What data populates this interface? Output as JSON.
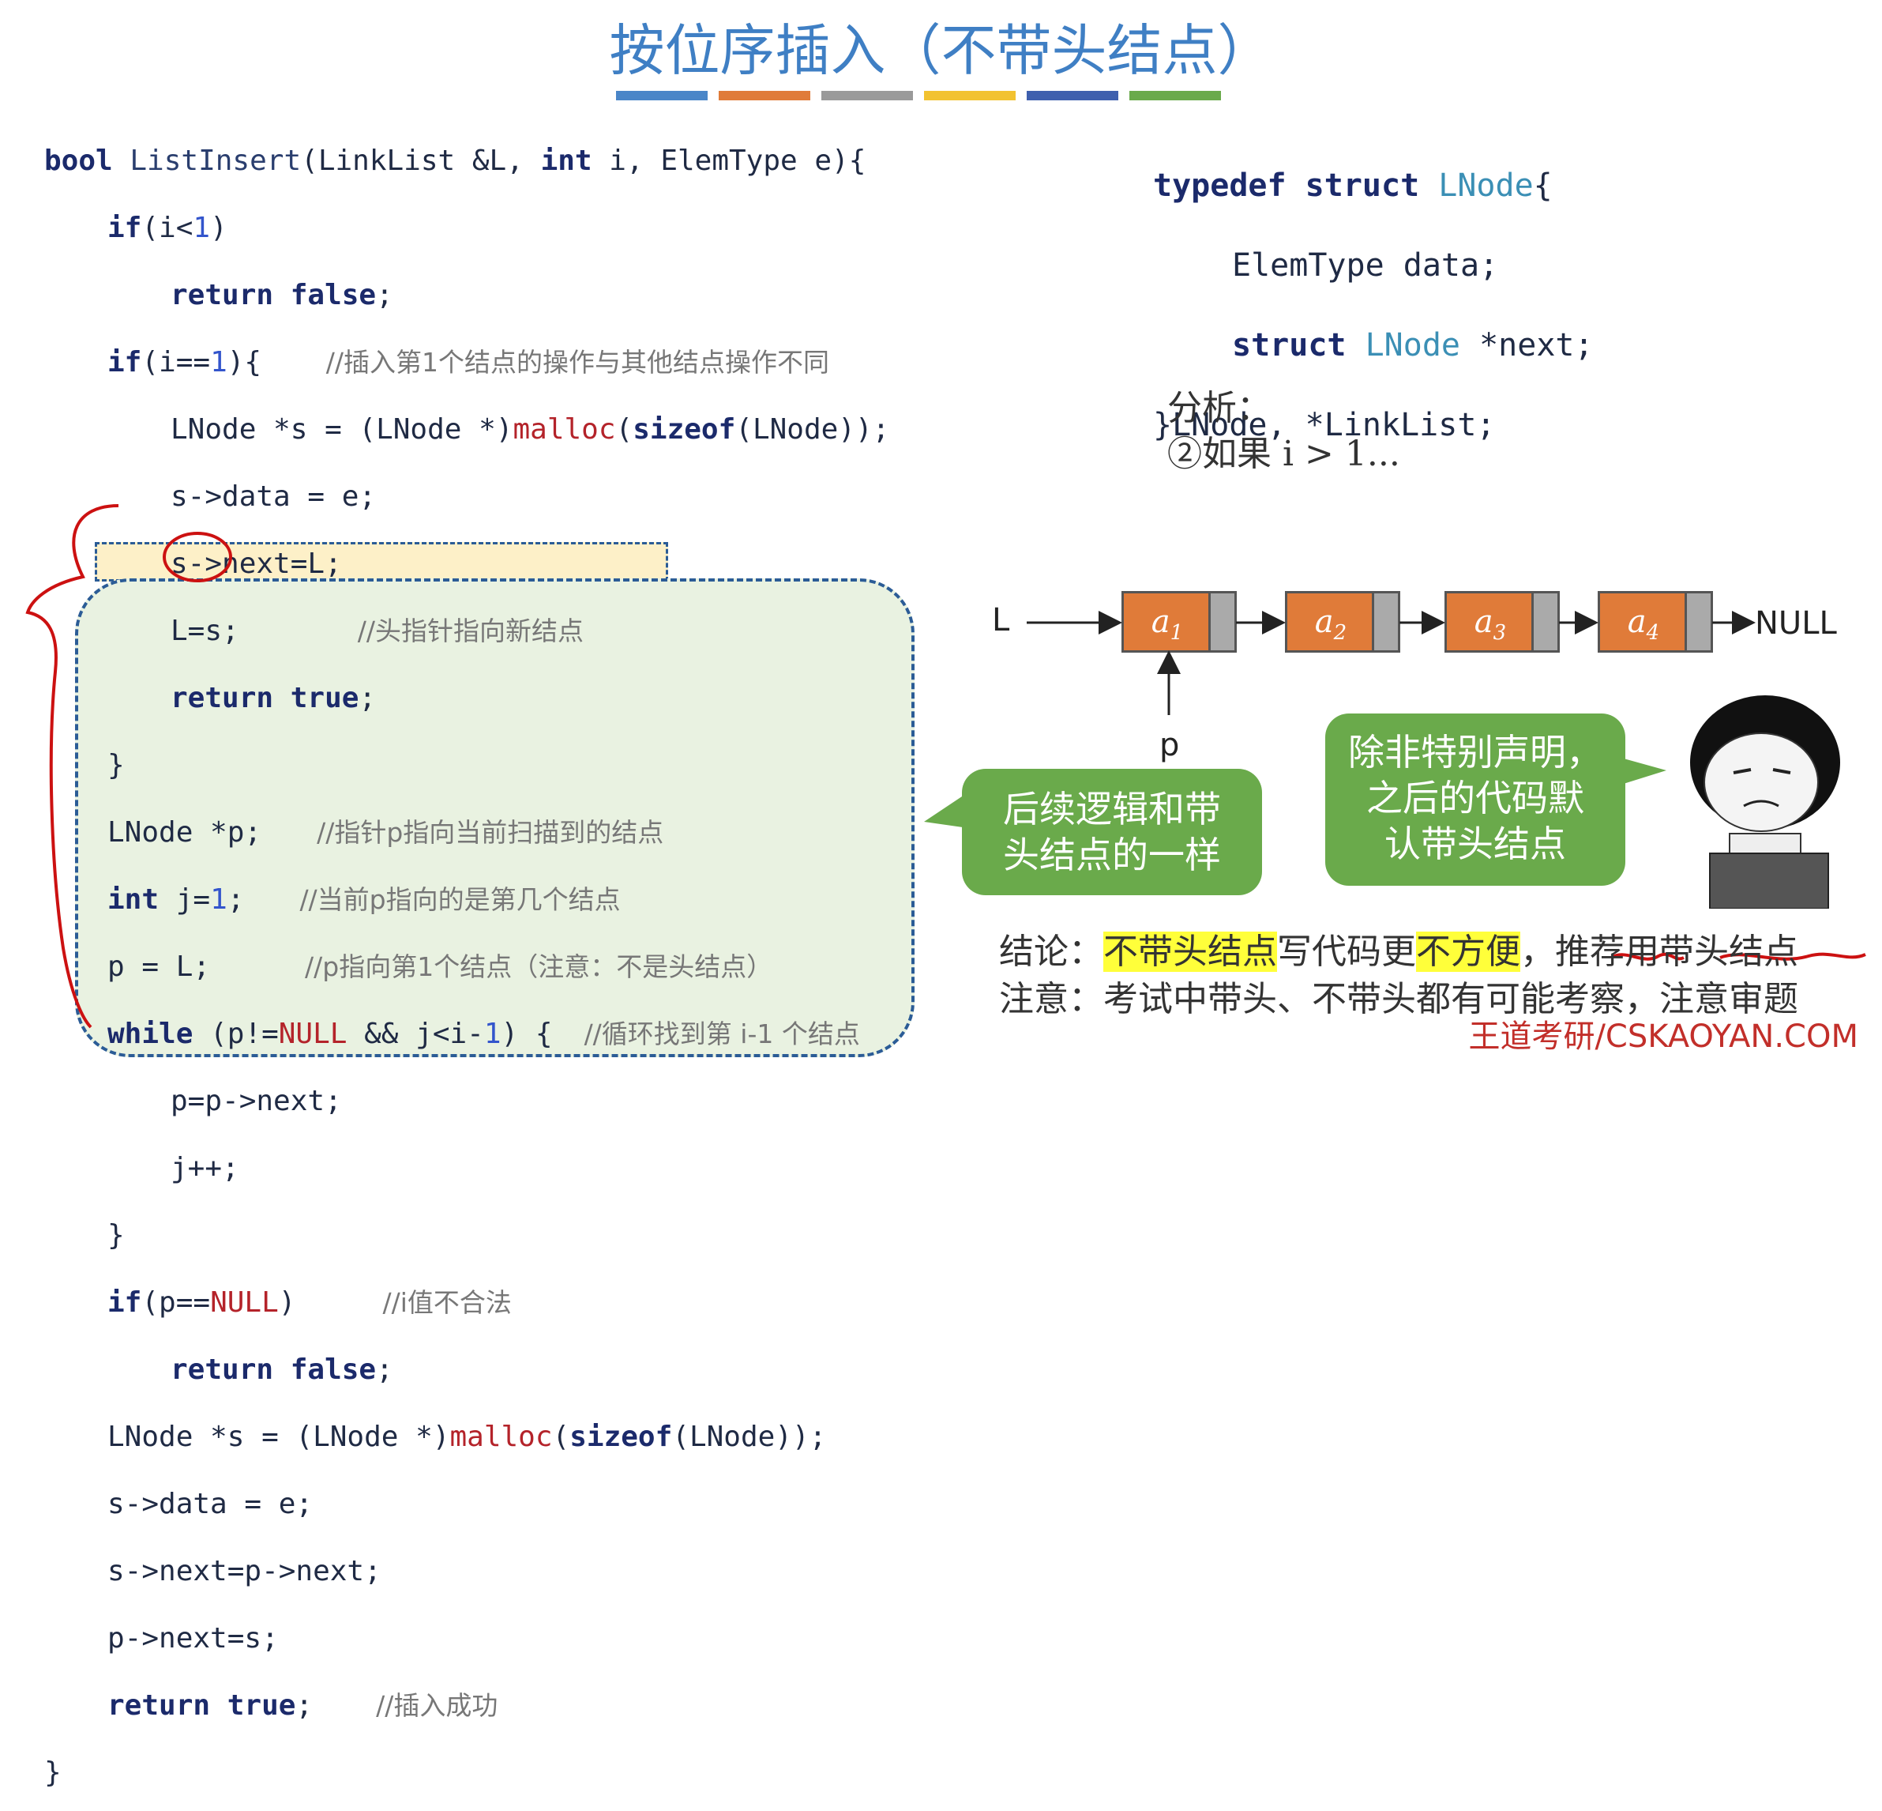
{
  "title": "按位序插入（不带头结点）",
  "title_bars": [
    "#4a86c8",
    "#e07b39",
    "#9a9a9a",
    "#f2c230",
    "#3e5fae",
    "#6aaa4b"
  ],
  "code": {
    "l1": {
      "t1": "bool ",
      "t2": "ListInsert",
      "t3": "(",
      "t4": "LinkList",
      "t5": " &L, ",
      "t6": "int",
      "t7": " i, ",
      "t8": "ElemType",
      "t9": " e){"
    },
    "l2": {
      "kw": "if",
      "a": "(i<",
      "n": "1",
      "b": ")"
    },
    "l3": {
      "kw": "return false",
      "b": ";"
    },
    "l4": {
      "kw": "if",
      "a": "(i==",
      "n": "1",
      "b": "){ ",
      "c": "//插入第1个结点的操作与其他结点操作不同"
    },
    "l5": {
      "a": "LNode *s = (LNode *)",
      "r": "malloc",
      "b": "(",
      "kw": "sizeof",
      "c": "(LNode));"
    },
    "l6": {
      "a": "s->data = e;"
    },
    "l7": {
      "a": "s->next=L;"
    },
    "l8": {
      "a": "L=s;",
      "c": "//头指针指向新结点"
    },
    "l9": {
      "kw": "return true",
      "b": ";"
    },
    "l10": {
      "a": "}"
    },
    "l11": {
      "a": "LNode *p;",
      "c": "//指针p指向当前扫描到的结点"
    },
    "l12": {
      "kw": "int",
      "a": " j=",
      "n": "1",
      "b": ";",
      "c": "//当前p指向的是第几个结点"
    },
    "l13": {
      "a": "p = L;",
      "c": "//p指向第1个结点（注意：不是头结点）"
    },
    "l14": {
      "kw": "while",
      "a": " (p!=",
      "r": "NULL",
      "b": " && j<i-",
      "n": "1",
      "d": ") {",
      "c": "//循环找到第 i-1 个结点"
    },
    "l15": {
      "a": "p=p->next;"
    },
    "l16": {
      "a": "j++;"
    },
    "l17": {
      "a": "}"
    },
    "l18": {
      "kw": "if",
      "a": "(p==",
      "r": "NULL",
      "b": ")",
      "c": "//i值不合法"
    },
    "l19": {
      "kw": "return false",
      "b": ";"
    },
    "l20": {
      "a": "LNode *s = (LNode *)",
      "r": "malloc",
      "b": "(",
      "kw": "sizeof",
      "c": "(LNode));"
    },
    "l21": {
      "a": "s->data = e;"
    },
    "l22": {
      "a": "s->next=p->next;"
    },
    "l23": {
      "a": "p->next=s;"
    },
    "l24": {
      "kw": "return true",
      "b": ";",
      "c": "//插入成功"
    },
    "l25": {
      "a": "}"
    }
  },
  "typedef": {
    "l1": {
      "kw": "typedef struct ",
      "n": "LNode",
      "b": "{"
    },
    "l2": {
      "a": "ElemType data;"
    },
    "l3": {
      "kw": "struct ",
      "n": "LNode",
      "b": " *next;"
    },
    "l4": {
      "a": "}LNode, *LinkList;"
    }
  },
  "analysis": {
    "label": "分析：",
    "item": "②如果 i > 1..."
  },
  "list": {
    "head_label": "L",
    "nodes": [
      "a",
      "a",
      "a",
      "a"
    ],
    "subs": [
      "1",
      "2",
      "3",
      "4"
    ],
    "null_label": "NULL",
    "p_label": "p"
  },
  "bubbles": {
    "left": [
      "后续逻辑和带",
      "头结点的一样"
    ],
    "right": [
      "除非特别声明，",
      "之后的代码默",
      "认带头结点"
    ]
  },
  "conclusion": {
    "label": "结论：",
    "h1": "不带头结点",
    "t1": "写代码更",
    "h2": "不方便",
    "t2": "，",
    "u1": "推荐",
    "t3": "用",
    "u2": "带头结点"
  },
  "attention": {
    "label": "注意：",
    "text": "考试中带头、不带头都有可能考察，注意审题"
  },
  "watermark": "王道考研/CSKAOYAN.COM",
  "colors": {
    "title": "#3f7fc4",
    "node": "#e07b39",
    "bubble": "#6aaa4b",
    "highlight": "#ffff3a",
    "annotation": "#cc1111"
  }
}
